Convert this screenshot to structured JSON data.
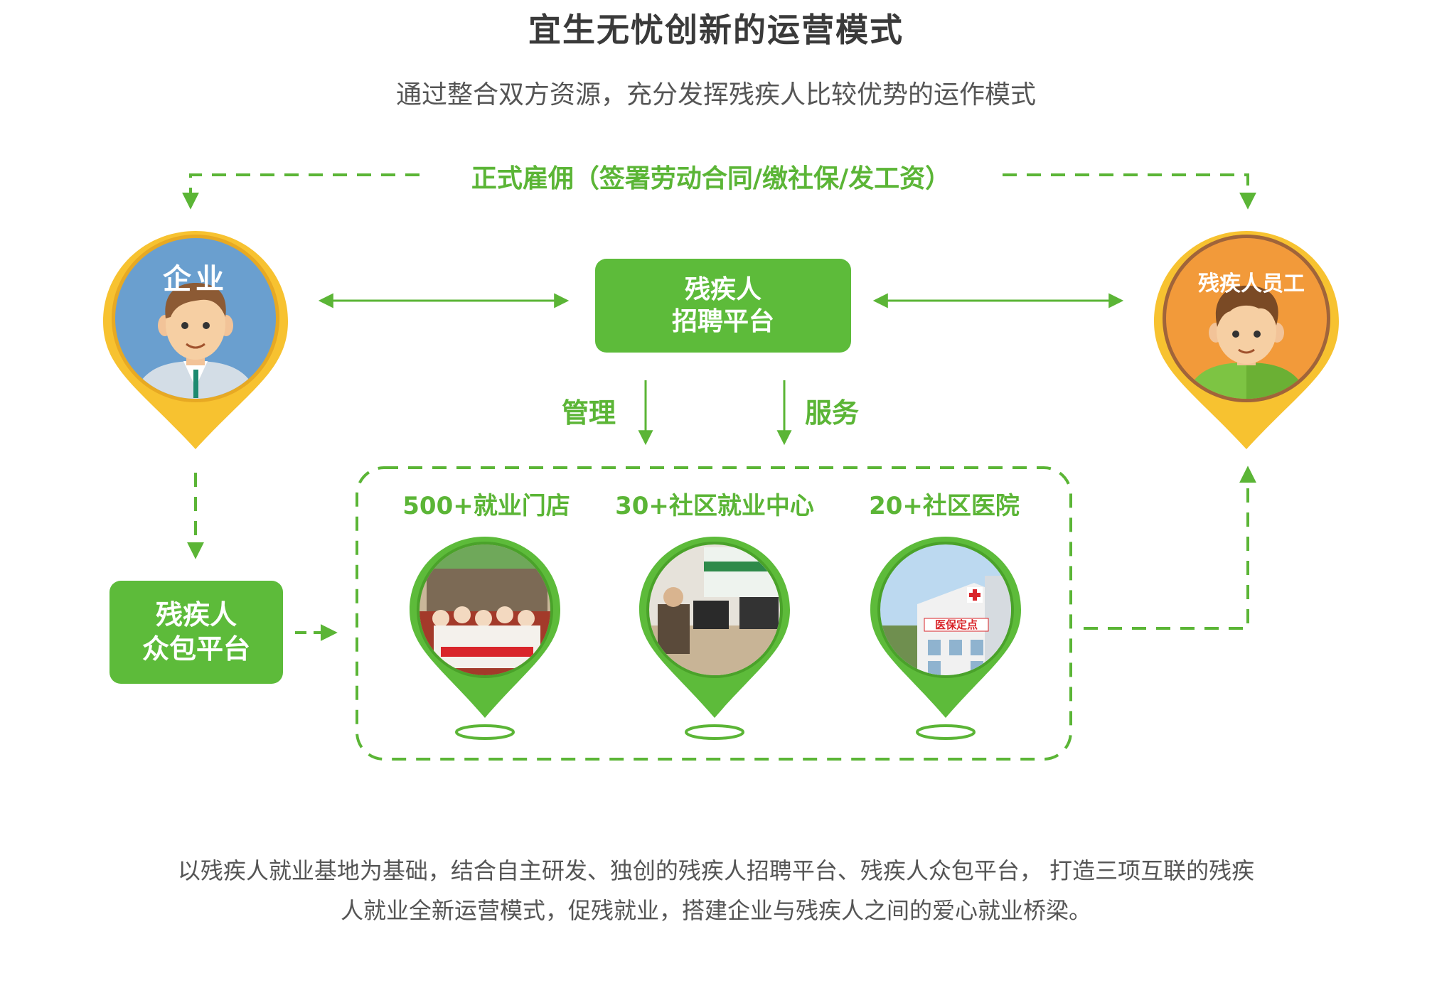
{
  "title": "宜生无忧创新的运营模式",
  "subtitle": "通过整合双方资源，充分发挥残疾人比较优势的运作模式",
  "employment_label": "正式雇佣（签署劳动合同/缴社保/发工资）",
  "enterprise": {
    "title": "企业"
  },
  "worker": {
    "title": "残疾人员工"
  },
  "recruitment_platform": {
    "line1": "残疾人",
    "line2": "招聘平台"
  },
  "crowdsourcing_platform": {
    "line1": "残疾人",
    "line2": "众包平台"
  },
  "manage_label": "管理",
  "service_label": "服务",
  "venues": [
    {
      "label": "500+就业门店"
    },
    {
      "label": "30+社区就业中心"
    },
    {
      "label": "20+社区医院",
      "sign": "医保定点"
    }
  ],
  "footer": {
    "line1": "以残疾人就业基地为基础，结合自主研发、独创的残疾人招聘平台、残疾人众包平台， 打造三项互联的残疾",
    "line2": "人就业全新运营模式，促残就业，搭建企业与残疾人之间的爱心就业桥梁。"
  },
  "colors": {
    "brand_green": "#5dbb3a",
    "arrow_green": "#5bb536",
    "pin_yellow": "#f7c230",
    "enterprise_blue": "#6a9fcf",
    "worker_orange": "#f29a3a"
  }
}
